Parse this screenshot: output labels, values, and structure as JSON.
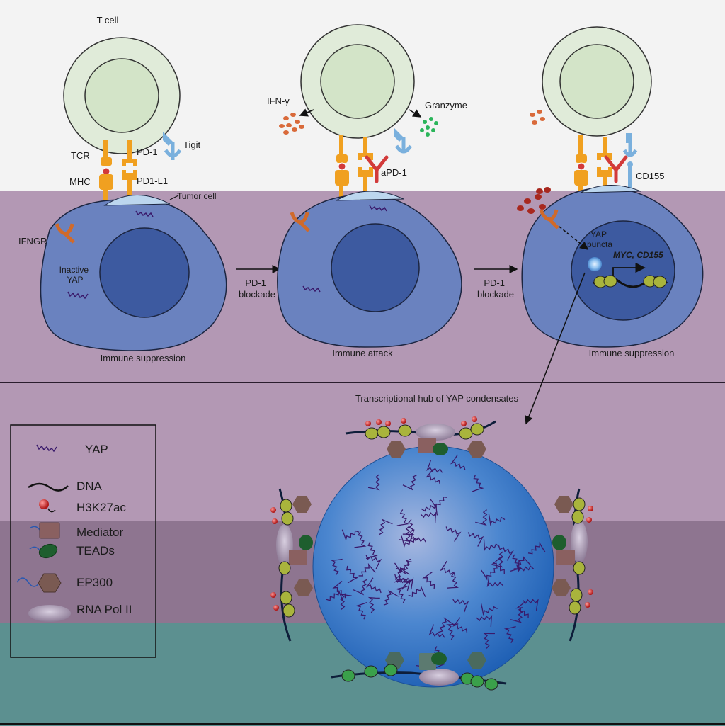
{
  "top": {
    "t_cell": "T cell",
    "tcr": "TCR",
    "mhc": "MHC",
    "pd1": "PD-1",
    "pdl1": "PD1-L1",
    "tigit": "Tigit",
    "tumor_cell": "Tumor cell",
    "ifngr": "IFNGR",
    "inactive_yap": [
      "Inactive",
      "YAP"
    ],
    "ifn_gamma": "IFN-γ",
    "granzyme": "Granzyme",
    "apd1": "aPD-1",
    "cd155": "CD155",
    "yap_puncta": [
      "YAP",
      "puncta"
    ],
    "genes": "MYC, CD155",
    "arrow1": [
      "PD-1",
      "blockade"
    ],
    "arrow2": [
      "PD-1",
      "blockade"
    ],
    "panel1_caption": "Immune suppression",
    "panel2_caption": "Immune attack",
    "panel3_caption": "Immune suppression"
  },
  "bottom": {
    "hub_title": "Transcriptional hub of YAP condensates",
    "legend": [
      "YAP",
      "DNA",
      "H3K27ac",
      "Mediator",
      "TEADs",
      "EP300",
      "RNA Pol II"
    ]
  },
  "colors": {
    "top_bg": "#f3f3f3",
    "purple_bg": "#b398b4",
    "band_dark": "#8e7590",
    "teal_band": "#5c9090",
    "tcell_fill": "#e0ebd9",
    "tumor_fill": "#6a82bf",
    "nucleus_fill": "#3d5aa0",
    "receptor": "#f0a020",
    "tigit": "#7ab0dd",
    "apd1": "#d23a3a",
    "ifng": "#d96a3a",
    "granzyme": "#2bb55a",
    "sphere": "#2a6fc0",
    "yap_squiggle": "#3a1a6b"
  }
}
